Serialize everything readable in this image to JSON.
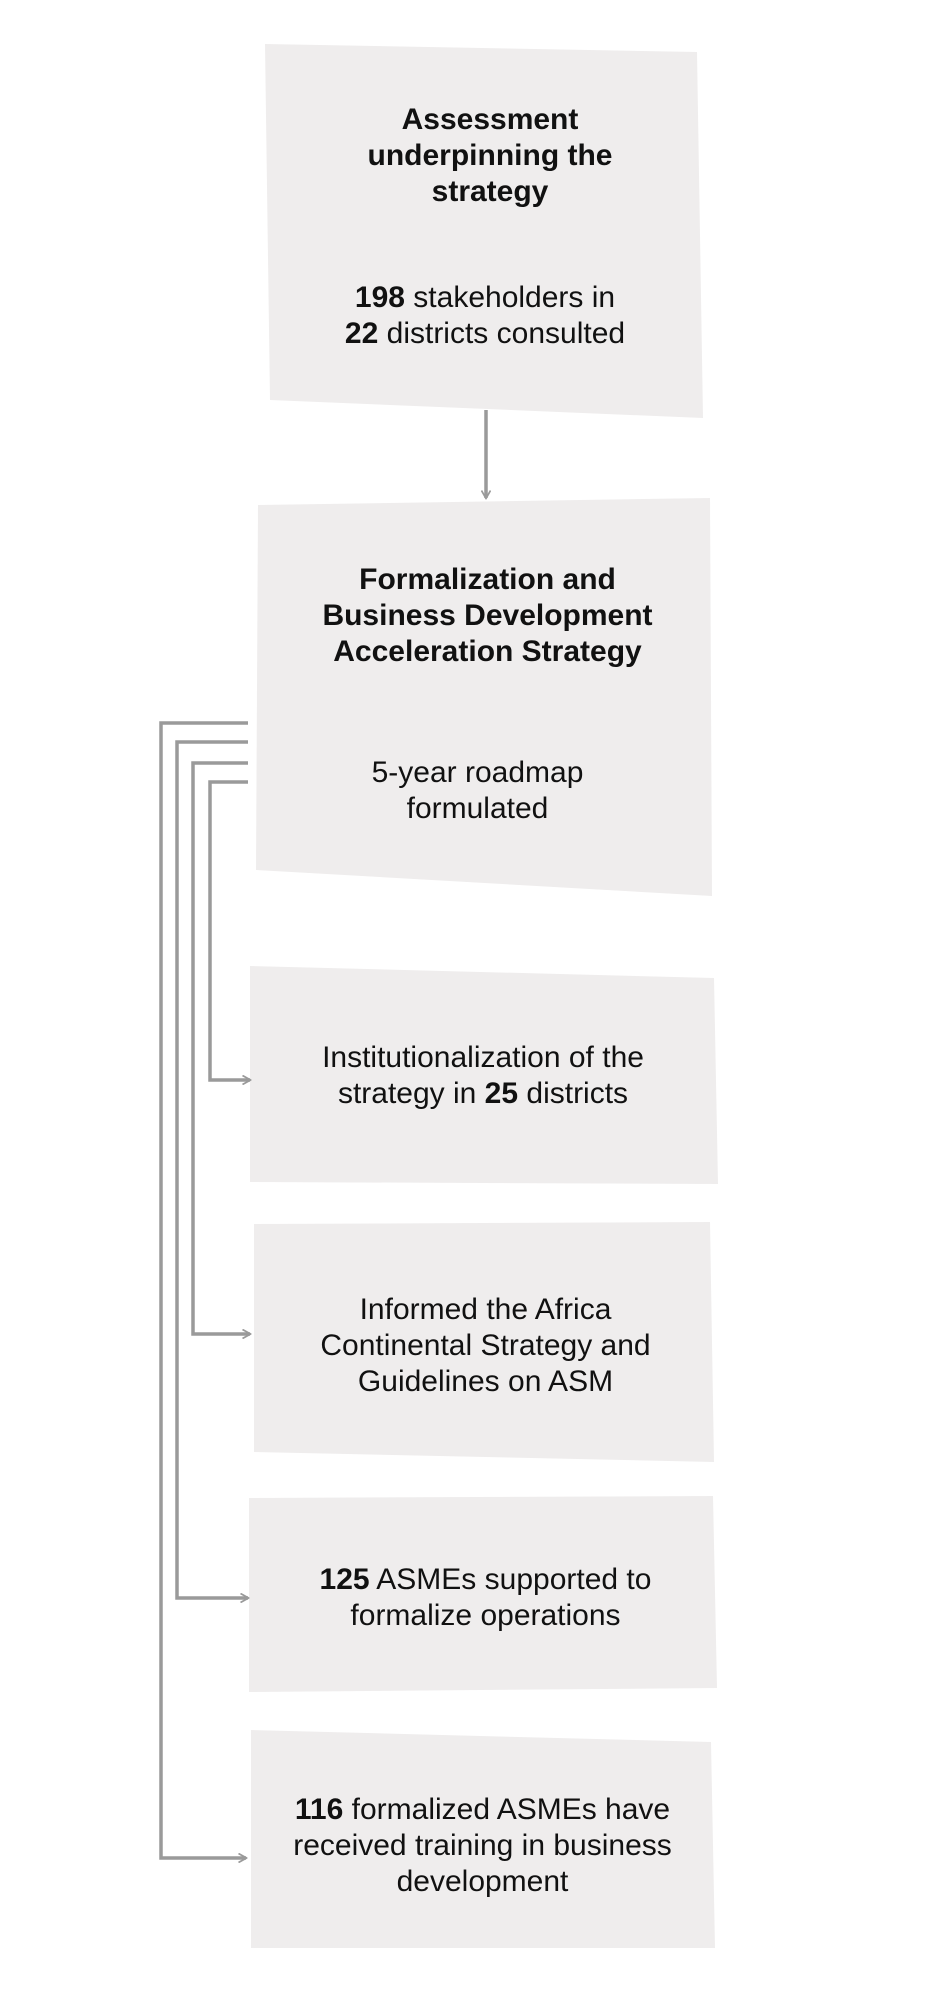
{
  "colors": {
    "box_fill": "#efeded",
    "connector": "#9a9a9a",
    "text": "#111111"
  },
  "assessment": {
    "title": "Assessment underpinning the strategy",
    "stakeholders_count": "198",
    "stakeholders_text": " stakeholders in",
    "districts_count": "22",
    "districts_text": " districts consulted"
  },
  "strategy": {
    "title": "Formalization and Business Development Acceleration Strategy",
    "roadmap_text": "5-year roadmap formulated"
  },
  "outcomes": {
    "institutionalization_pre": "Institutionalization of the strategy in ",
    "institutionalization_count": "25",
    "institutionalization_post": " districts",
    "africa_text": "Informed the Africa Continental Strategy and Guidelines on ASM",
    "asmes_count": "125",
    "asmes_text": " ASMEs supported to formalize operations",
    "training_count": "116",
    "training_text": " formalized ASMEs have received training in business development"
  }
}
